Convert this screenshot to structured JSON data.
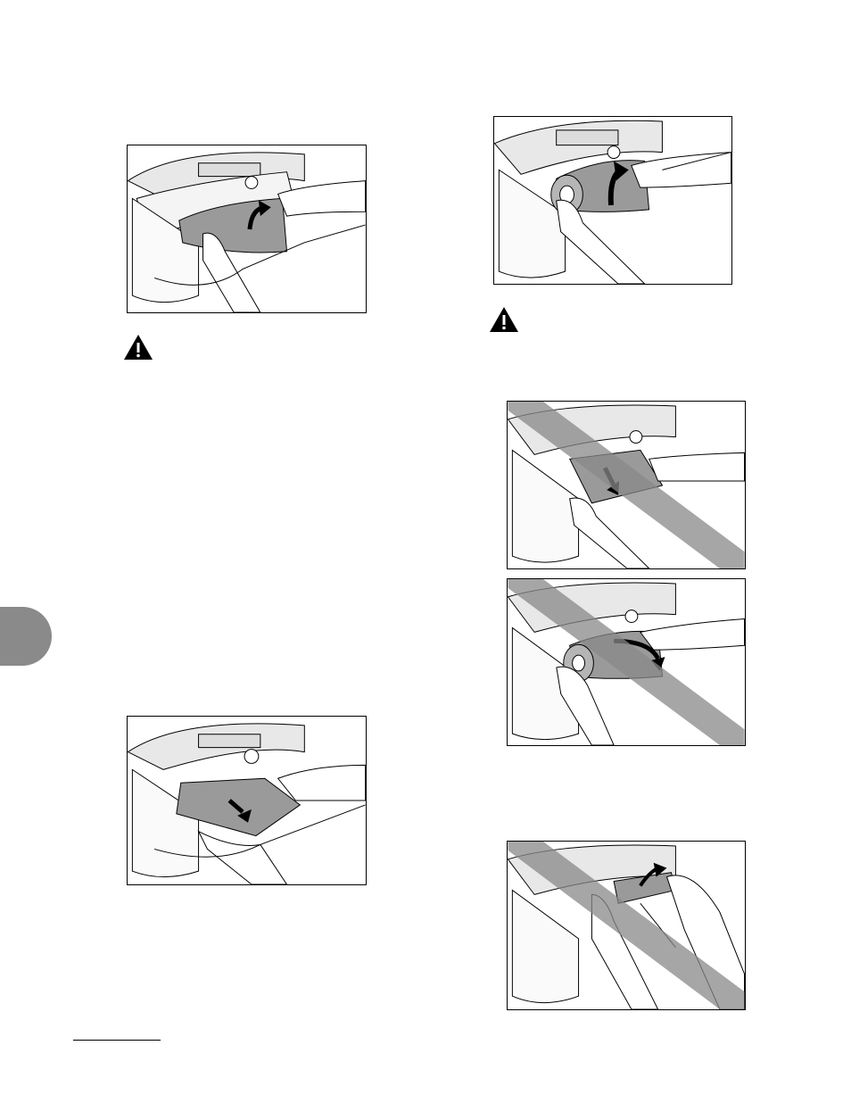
{
  "page": {
    "side_tab_color": "#8a8a8a",
    "figures": [
      {
        "id": "fig-pull-paper-up",
        "icon": "curved-arrow-up",
        "prohibited": false
      },
      {
        "id": "fig-roll-paper-up",
        "icon": "curved-arrow-up",
        "prohibited": false
      },
      {
        "id": "fig-pull-paper-down-wrong",
        "icon": "arrow-down",
        "prohibited": true
      },
      {
        "id": "fig-roll-paper-down-wrong",
        "icon": "curved-arrow-down",
        "prohibited": true
      },
      {
        "id": "fig-pull-paper-down",
        "icon": "arrow-down",
        "prohibited": false
      },
      {
        "id": "fig-lift-paper-wrong",
        "icon": "curved-arrow-up",
        "prohibited": true
      }
    ],
    "warnings": [
      "caution-triangle-icon",
      "caution-triangle-icon"
    ]
  }
}
